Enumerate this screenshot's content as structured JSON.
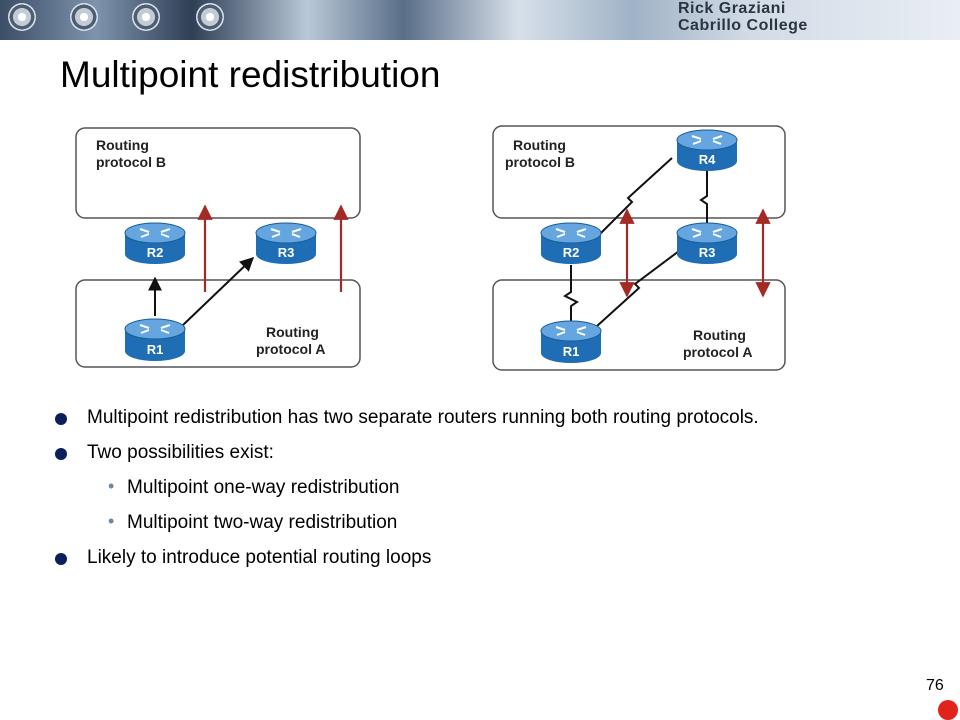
{
  "banner": {
    "line1": "Rick Graziani",
    "line2": "Cabrillo College"
  },
  "slide": {
    "title": "Multipoint redistribution",
    "page_number": "76"
  },
  "diagram_left": {
    "top_label": [
      "Routing",
      "protocol B"
    ],
    "bottom_label": [
      "Routing",
      "protocol A"
    ],
    "routers": [
      "R2",
      "R3",
      "R1"
    ]
  },
  "diagram_right": {
    "top_label": [
      "Routing",
      "protocol B"
    ],
    "bottom_label": [
      "Routing",
      "protocol A"
    ],
    "routers": [
      "R4",
      "R2",
      "R3",
      "R1"
    ]
  },
  "colors": {
    "redistribution_arrow": "#a32a25",
    "router_blue": "#1f6eb5",
    "bullet": "#0a1f5c"
  },
  "bullets": [
    {
      "level": 1,
      "text": "Multipoint redistribution has two separate routers running both routing protocols."
    },
    {
      "level": 1,
      "text": "Two possibilities exist:"
    },
    {
      "level": 2,
      "text": "Multipoint one-way redistribution"
    },
    {
      "level": 2,
      "text": "Multipoint two-way redistribution"
    },
    {
      "level": 1,
      "text": "Likely to introduce potential routing loops"
    }
  ]
}
